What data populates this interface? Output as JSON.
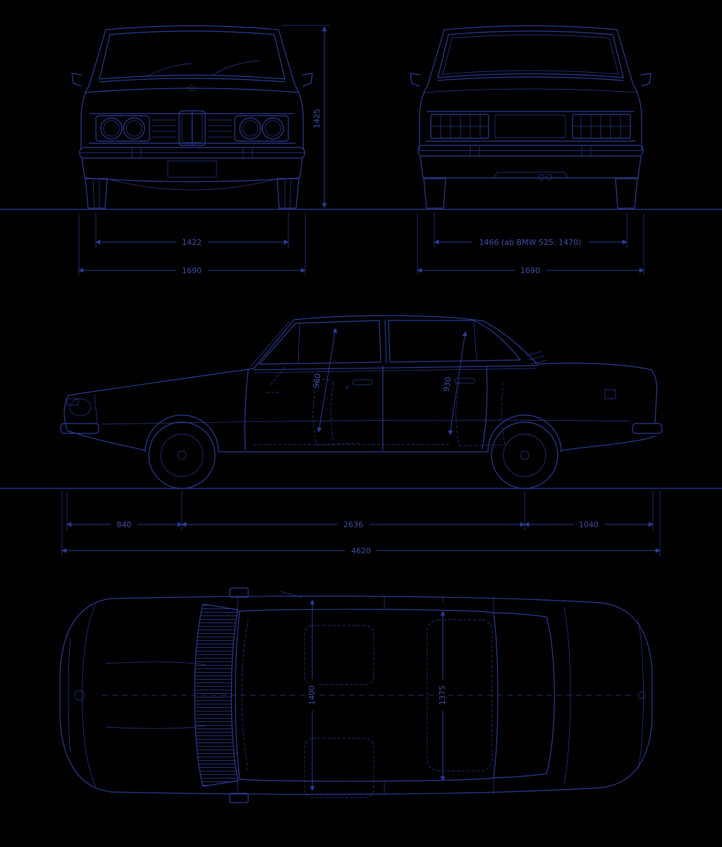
{
  "colors": {
    "background": "#000000",
    "line": "#2c3c96",
    "label": "#3f4fa8"
  },
  "dimensions": {
    "front_height": "1425",
    "front_track": "1422",
    "front_width": "1690",
    "rear_track": "1466 (ab BMW 525: 1470)",
    "rear_width": "1690",
    "front_overhang": "840",
    "wheelbase": "2636",
    "rear_overhang": "1040",
    "overall_length": "4620",
    "interior_height_front": "960",
    "interior_height_rear": "930",
    "interior_width_front": "1400",
    "interior_width_rear": "1375"
  }
}
